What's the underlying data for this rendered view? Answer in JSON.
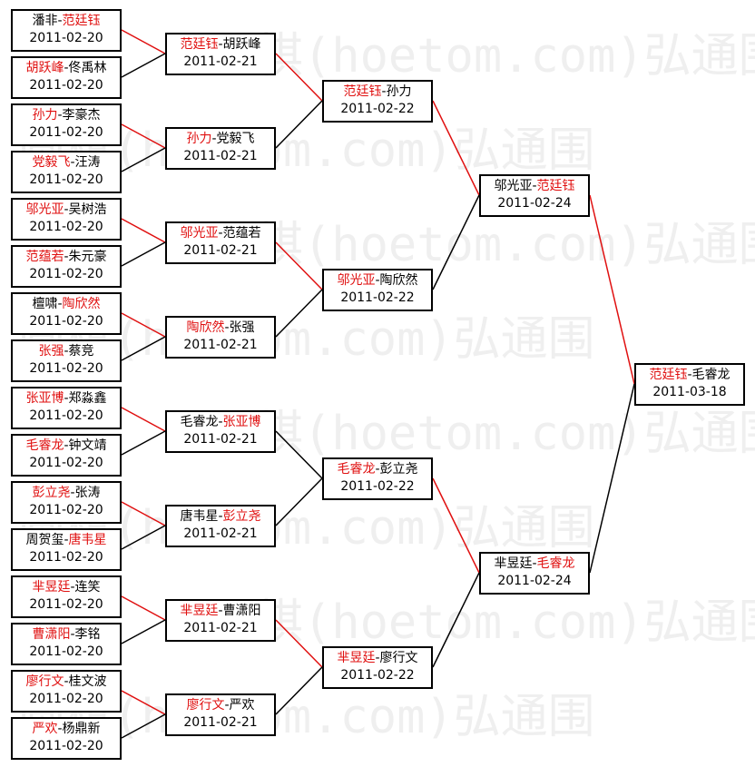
{
  "watermark": "圆棋(hoetom.com)弘通围",
  "round1": [
    {
      "p1": "潘非",
      "p2": "范廷钰",
      "winner": 2,
      "date": "2011-02-20"
    },
    {
      "p1": "胡跃峰",
      "p2": "佟禹林",
      "winner": 1,
      "date": "2011-02-20"
    },
    {
      "p1": "孙力",
      "p2": "李豪杰",
      "winner": 1,
      "date": "2011-02-20"
    },
    {
      "p1": "党毅飞",
      "p2": "汪涛",
      "winner": 1,
      "date": "2011-02-20"
    },
    {
      "p1": "邬光亚",
      "p2": "吴树浩",
      "winner": 1,
      "date": "2011-02-20"
    },
    {
      "p1": "范蕴若",
      "p2": "朱元豪",
      "winner": 1,
      "date": "2011-02-20"
    },
    {
      "p1": "檀啸",
      "p2": "陶欣然",
      "winner": 2,
      "date": "2011-02-20"
    },
    {
      "p1": "张强",
      "p2": "蔡竞",
      "winner": 1,
      "date": "2011-02-20"
    },
    {
      "p1": "张亚博",
      "p2": "郑淼鑫",
      "winner": 1,
      "date": "2011-02-20"
    },
    {
      "p1": "毛睿龙",
      "p2": "钟文靖",
      "winner": 1,
      "date": "2011-02-20"
    },
    {
      "p1": "彭立尧",
      "p2": "张涛",
      "winner": 1,
      "date": "2011-02-20"
    },
    {
      "p1": "周贺玺",
      "p2": "唐韦星",
      "winner": 2,
      "date": "2011-02-20"
    },
    {
      "p1": "芈昱廷",
      "p2": "连笑",
      "winner": 1,
      "date": "2011-02-20"
    },
    {
      "p1": "曹潇阳",
      "p2": "李铭",
      "winner": 1,
      "date": "2011-02-20"
    },
    {
      "p1": "廖行文",
      "p2": "桂文波",
      "winner": 1,
      "date": "2011-02-20"
    },
    {
      "p1": "严欢",
      "p2": "杨鼎新",
      "winner": 1,
      "date": "2011-02-20"
    }
  ],
  "round2": [
    {
      "p1": "范廷钰",
      "p2": "胡跃峰",
      "winner": 1,
      "date": "2011-02-21"
    },
    {
      "p1": "孙力",
      "p2": "党毅飞",
      "winner": 1,
      "date": "2011-02-21"
    },
    {
      "p1": "邬光亚",
      "p2": "范蕴若",
      "winner": 1,
      "date": "2011-02-21"
    },
    {
      "p1": "陶欣然",
      "p2": "张强",
      "winner": 1,
      "date": "2011-02-21"
    },
    {
      "p1": "毛睿龙",
      "p2": "张亚博",
      "winner": 2,
      "date": "2011-02-21"
    },
    {
      "p1": "唐韦星",
      "p2": "彭立尧",
      "winner": 2,
      "date": "2011-02-21"
    },
    {
      "p1": "芈昱廷",
      "p2": "曹潇阳",
      "winner": 1,
      "date": "2011-02-21"
    },
    {
      "p1": "廖行文",
      "p2": "严欢",
      "winner": 1,
      "date": "2011-02-21"
    }
  ],
  "round3": [
    {
      "p1": "范廷钰",
      "p2": "孙力",
      "winner": 1,
      "date": "2011-02-22"
    },
    {
      "p1": "邬光亚",
      "p2": "陶欣然",
      "winner": 1,
      "date": "2011-02-22"
    },
    {
      "p1": "毛睿龙",
      "p2": "彭立尧",
      "winner": 1,
      "date": "2011-02-22"
    },
    {
      "p1": "芈昱廷",
      "p2": "廖行文",
      "winner": 1,
      "date": "2011-02-22"
    }
  ],
  "round4": [
    {
      "p1": "邬光亚",
      "p2": "范廷钰",
      "winner": 2,
      "date": "2011-02-24"
    },
    {
      "p1": "芈昱廷",
      "p2": "毛睿龙",
      "winner": 2,
      "date": "2011-02-24"
    }
  ],
  "round5": [
    {
      "p1": "范廷钰",
      "p2": "毛睿龙",
      "winner": 1,
      "date": "2011-03-18"
    }
  ],
  "colors": {
    "winner": "#e01010",
    "line_red": "#e01010",
    "line_black": "#000000"
  }
}
